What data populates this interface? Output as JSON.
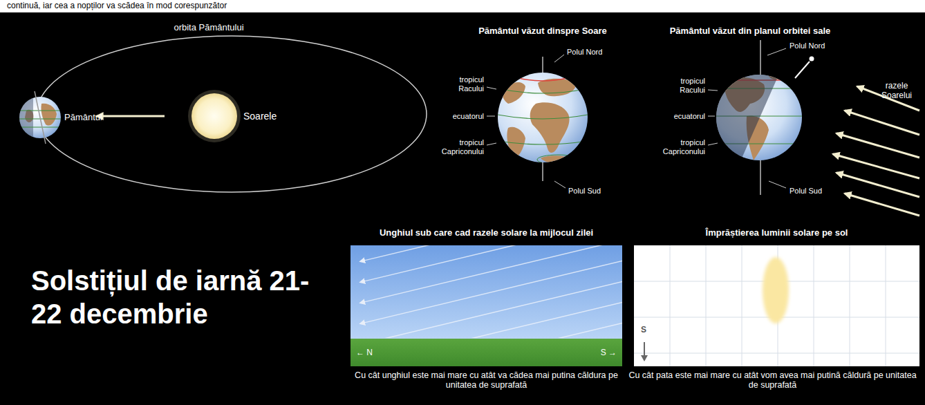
{
  "diagram": {
    "title": "Solstițiul de iarnă 21-22 decembrie",
    "nodes": [
      {
        "text": [
          "Unghiul sub care cad razele solare la mijlocul zilei",
          "← N",
          "S →",
          "Cu cât unghiul este mai mare cu atât va cădea mai putina căldura pe unitatea de suprafată"
        ]
      },
      {
        "text": [
          "Împrăștierea luminii solare pe sol",
          "S",
          "Cu cât pata este mai mare cu atât vom avea mai putină căldură pe unitatea de suprafată"
        ]
      }
    ],
    "labels": [
      "continuă, iar cea a nopților va scădea în mod corespunzător",
      "orbita Pământului",
      "Pământul",
      "Soarele",
      "Pământul văzut dinspre Soare",
      "Polul Nord",
      "tropicul Racului",
      "ecuatorul",
      "tropicul Capriconului",
      "Polul Sud",
      "Pământul văzut din planul orbitei sale",
      "Polul Nord",
      "tropicul Racului",
      "ecuatorul",
      "tropicul Capriconului",
      "razele Soarelui",
      "Polul Sud"
    ]
  }
}
